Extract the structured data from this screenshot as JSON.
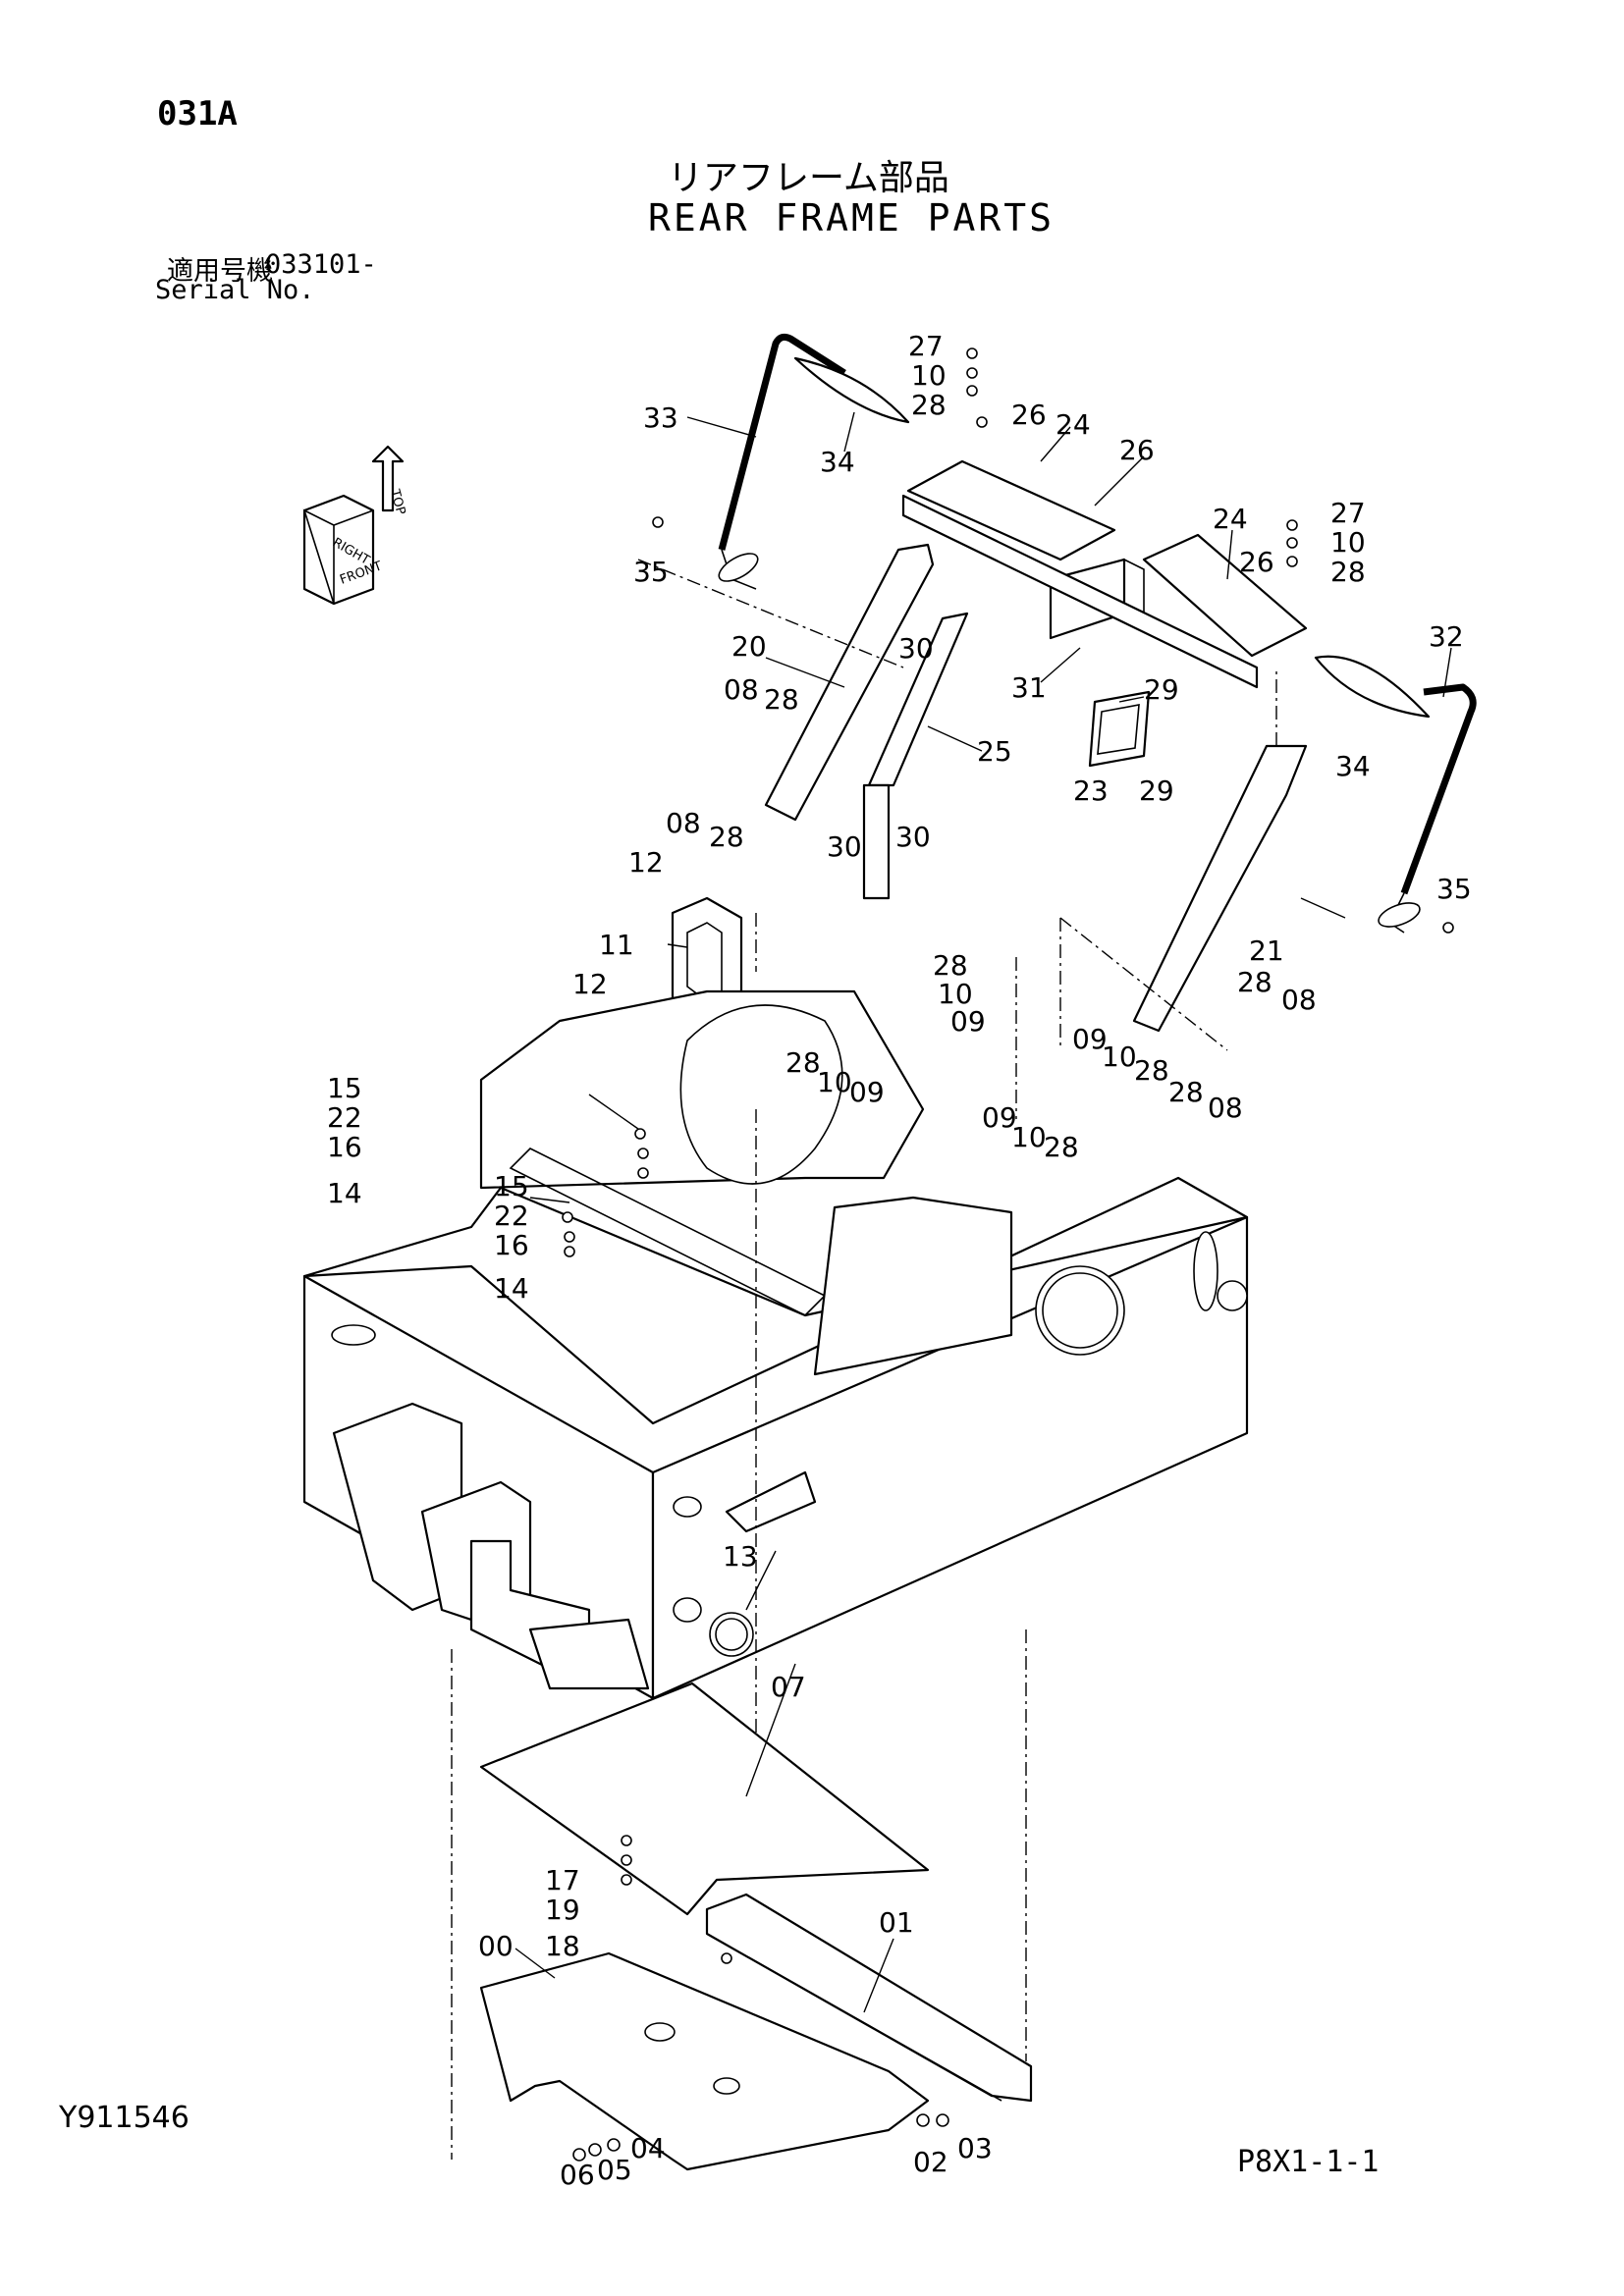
{
  "header": {
    "page_code": "031A",
    "title_jp": "リアフレーム部品",
    "title_en": "REAR FRAME PARTS",
    "serial_label_jp": "適用号機",
    "serial_number": "033101-",
    "serial_label_en": "Serial No."
  },
  "footer": {
    "document_id": "Y911546",
    "page_reference": "P8X1-1-1"
  },
  "direction_indicator": {
    "labels": [
      "TOP",
      "RIGHT",
      "FRONT"
    ]
  },
  "callouts": [
    {
      "id": "c27a",
      "label": "27"
    },
    {
      "id": "c10a",
      "label": "10"
    },
    {
      "id": "c28a",
      "label": "28"
    },
    {
      "id": "c26a",
      "label": "26"
    },
    {
      "id": "c24a",
      "label": "24"
    },
    {
      "id": "c26b",
      "label": "26"
    },
    {
      "id": "c33",
      "label": "33"
    },
    {
      "id": "c34a",
      "label": "34"
    },
    {
      "id": "c24b",
      "label": "24"
    },
    {
      "id": "c27b",
      "label": "27"
    },
    {
      "id": "c10b",
      "label": "10"
    },
    {
      "id": "c26c",
      "label": "26"
    },
    {
      "id": "c28b",
      "label": "28"
    },
    {
      "id": "c35a",
      "label": "35"
    },
    {
      "id": "c32",
      "label": "32"
    },
    {
      "id": "c20",
      "label": "20"
    },
    {
      "id": "c30a",
      "label": "30"
    },
    {
      "id": "c31",
      "label": "31"
    },
    {
      "id": "c29a",
      "label": "29"
    },
    {
      "id": "c08a",
      "label": "08"
    },
    {
      "id": "c28c",
      "label": "28"
    },
    {
      "id": "c34b",
      "label": "34"
    },
    {
      "id": "c25",
      "label": "25"
    },
    {
      "id": "c23",
      "label": "23"
    },
    {
      "id": "c29b",
      "label": "29"
    },
    {
      "id": "c08b",
      "label": "08"
    },
    {
      "id": "c28d",
      "label": "28"
    },
    {
      "id": "c30b",
      "label": "30"
    },
    {
      "id": "c30c",
      "label": "30"
    },
    {
      "id": "c35b",
      "label": "35"
    },
    {
      "id": "c12a",
      "label": "12"
    },
    {
      "id": "c11",
      "label": "11"
    },
    {
      "id": "c21",
      "label": "21"
    },
    {
      "id": "c28e",
      "label": "28"
    },
    {
      "id": "c10c",
      "label": "10"
    },
    {
      "id": "c12b",
      "label": "12"
    },
    {
      "id": "c09a",
      "label": "09"
    },
    {
      "id": "c28f",
      "label": "28"
    },
    {
      "id": "c08c",
      "label": "08"
    },
    {
      "id": "c28g",
      "label": "28"
    },
    {
      "id": "c10d",
      "label": "10"
    },
    {
      "id": "c09b",
      "label": "09"
    },
    {
      "id": "c09c",
      "label": "09"
    },
    {
      "id": "c10e",
      "label": "10"
    },
    {
      "id": "c28h",
      "label": "28"
    },
    {
      "id": "c28i",
      "label": "28"
    },
    {
      "id": "c08d",
      "label": "08"
    },
    {
      "id": "c15a",
      "label": "15"
    },
    {
      "id": "c22a",
      "label": "22"
    },
    {
      "id": "c16a",
      "label": "16"
    },
    {
      "id": "c14a",
      "label": "14"
    },
    {
      "id": "c09d",
      "label": "09"
    },
    {
      "id": "c10f",
      "label": "10"
    },
    {
      "id": "c28j",
      "label": "28"
    },
    {
      "id": "c15b",
      "label": "15"
    },
    {
      "id": "c22b",
      "label": "22"
    },
    {
      "id": "c16b",
      "label": "16"
    },
    {
      "id": "c14b",
      "label": "14"
    },
    {
      "id": "c13",
      "label": "13"
    },
    {
      "id": "c07",
      "label": "07"
    },
    {
      "id": "c17",
      "label": "17"
    },
    {
      "id": "c19",
      "label": "19"
    },
    {
      "id": "c01",
      "label": "01"
    },
    {
      "id": "c00",
      "label": "00"
    },
    {
      "id": "c18",
      "label": "18"
    },
    {
      "id": "c04",
      "label": "04"
    },
    {
      "id": "c05",
      "label": "05"
    },
    {
      "id": "c06",
      "label": "06"
    },
    {
      "id": "c02",
      "label": "02"
    },
    {
      "id": "c03",
      "label": "03"
    }
  ]
}
